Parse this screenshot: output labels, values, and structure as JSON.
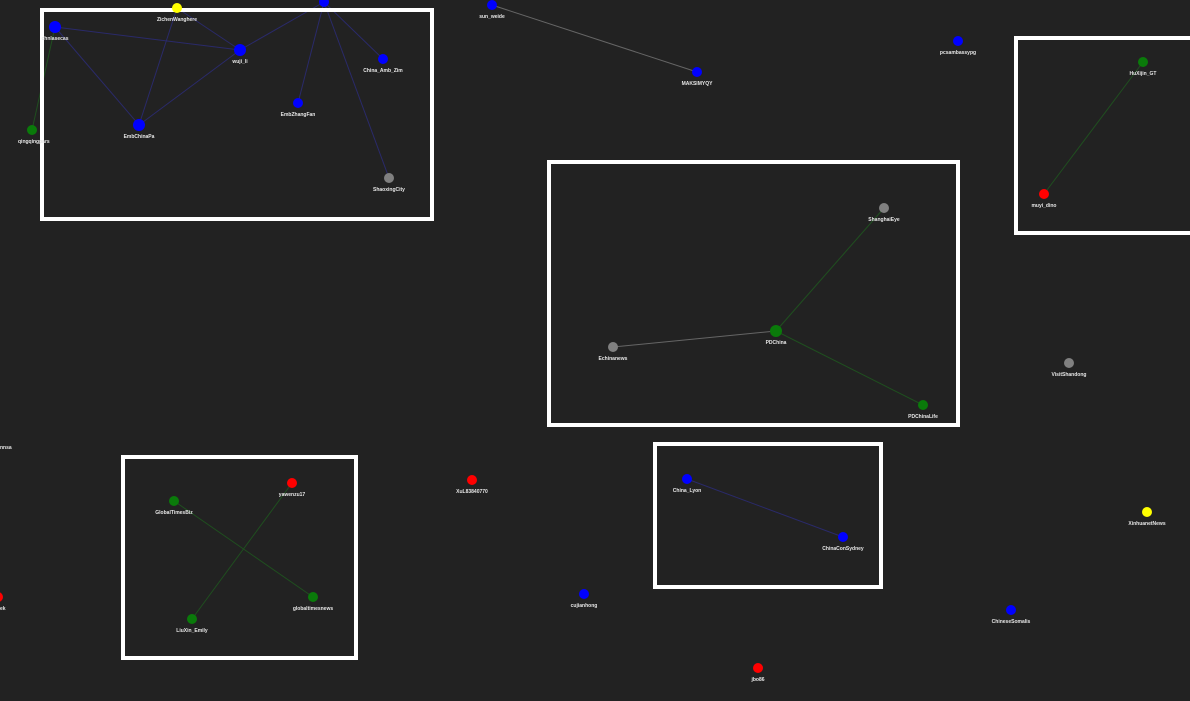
{
  "graph": {
    "background": "#222222",
    "colors": {
      "blue": "#0000ff",
      "green": "#0a7a0a",
      "red": "#ff0000",
      "gray": "#808080",
      "yellow": "#ffff00",
      "frame": "#ffffff",
      "edge_blue": "#2a2a6a",
      "edge_green": "#1f4f1f",
      "edge_gray": "#666666"
    },
    "nodes": [
      {
        "id": "n1",
        "label": "chnlasecas",
        "color": "blue"
      },
      {
        "id": "n2",
        "label": "ZichenWanghere",
        "color": "yellow"
      },
      {
        "id": "n3",
        "label": "",
        "color": "blue"
      },
      {
        "id": "n4",
        "label": "wuji_li",
        "color": "blue"
      },
      {
        "id": "n5",
        "label": "China_Amb_Zim",
        "color": "blue"
      },
      {
        "id": "n6",
        "label": "EmbZhangFan",
        "color": "blue"
      },
      {
        "id": "n7",
        "label": "EmbChinaPa",
        "color": "blue"
      },
      {
        "id": "n8",
        "label": "qingqingpars",
        "color": "green"
      },
      {
        "id": "n9",
        "label": "ShaoxingCity",
        "color": "gray"
      },
      {
        "id": "n10",
        "label": "sun_weide",
        "color": "blue"
      },
      {
        "id": "n11",
        "label": "MAKSIMYQY",
        "color": "blue"
      },
      {
        "id": "n12",
        "label": "pcsambassypg",
        "color": "blue"
      },
      {
        "id": "n13",
        "label": "HuXijin_GT",
        "color": "green"
      },
      {
        "id": "n14",
        "label": "muyi_dino",
        "color": "red"
      },
      {
        "id": "n15",
        "label": "ShanghaiEye",
        "color": "gray"
      },
      {
        "id": "n16",
        "label": "PDChina",
        "color": "green"
      },
      {
        "id": "n17",
        "label": "Echinanews",
        "color": "gray"
      },
      {
        "id": "n18",
        "label": "PDChinaLife",
        "color": "green"
      },
      {
        "id": "n19",
        "label": "VisitShandong",
        "color": "gray"
      },
      {
        "id": "n20",
        "label": "GlobalTimesBiz",
        "color": "green"
      },
      {
        "id": "n21",
        "label": "yawenzu17",
        "color": "red"
      },
      {
        "id": "n22",
        "label": "globaltimesnews",
        "color": "green"
      },
      {
        "id": "n23",
        "label": "LiuXin_Emily",
        "color": "green"
      },
      {
        "id": "n24",
        "label": "XuL83840770",
        "color": "red"
      },
      {
        "id": "n25",
        "label": "China_Lyon",
        "color": "blue"
      },
      {
        "id": "n26",
        "label": "ChinaConSydney",
        "color": "blue"
      },
      {
        "id": "n27",
        "label": "XinhuanetNews",
        "color": "yellow"
      },
      {
        "id": "n28",
        "label": "cujianhong",
        "color": "blue"
      },
      {
        "id": "n29",
        "label": "ChineseSomalis",
        "color": "blue"
      },
      {
        "id": "n30",
        "label": "jbo86",
        "color": "red"
      },
      {
        "id": "n31",
        "label": "nnsa",
        "color": "blue"
      },
      {
        "id": "n32",
        "label": "ek",
        "color": "red"
      }
    ],
    "edges": [
      {
        "from": "n1",
        "to": "n4",
        "color": "edge_blue"
      },
      {
        "from": "n1",
        "to": "n7",
        "color": "edge_blue"
      },
      {
        "from": "n2",
        "to": "n7",
        "color": "edge_blue"
      },
      {
        "from": "n2",
        "to": "n4",
        "color": "edge_blue"
      },
      {
        "from": "n4",
        "to": "n7",
        "color": "edge_blue"
      },
      {
        "from": "n3",
        "to": "n6",
        "color": "edge_blue"
      },
      {
        "from": "n3",
        "to": "n5",
        "color": "edge_blue"
      },
      {
        "from": "n3",
        "to": "n9",
        "color": "edge_blue"
      },
      {
        "from": "n3",
        "to": "n4",
        "color": "edge_blue"
      },
      {
        "from": "n8",
        "to": "n1",
        "color": "edge_green"
      },
      {
        "from": "n11",
        "to": "n10",
        "color": "edge_gray"
      },
      {
        "from": "n13",
        "to": "n14",
        "color": "edge_green"
      },
      {
        "from": "n16",
        "to": "n15",
        "color": "edge_green"
      },
      {
        "from": "n16",
        "to": "n17",
        "color": "edge_gray"
      },
      {
        "from": "n16",
        "to": "n18",
        "color": "edge_green"
      },
      {
        "from": "n20",
        "to": "n22",
        "color": "edge_green"
      },
      {
        "from": "n21",
        "to": "n23",
        "color": "edge_green"
      },
      {
        "from": "n25",
        "to": "n26",
        "color": "edge_blue"
      }
    ]
  }
}
